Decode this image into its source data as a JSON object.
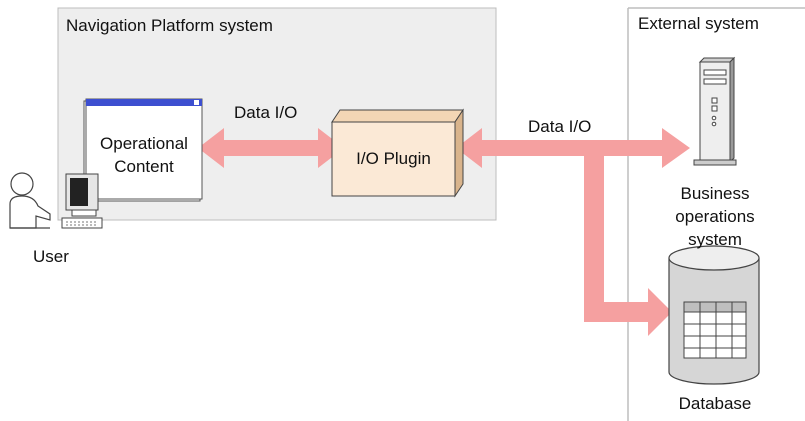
{
  "regions": {
    "platform": {
      "title": "Navigation Platform system"
    },
    "external": {
      "title": "External system"
    }
  },
  "nodes": {
    "content": {
      "line1": "Operational",
      "line2": "Content"
    },
    "plugin": {
      "label": "I/O Plugin"
    },
    "user": {
      "label": "User"
    },
    "business": {
      "line1": "Business",
      "line2": "operations",
      "line3": "system"
    },
    "database": {
      "label": "Database"
    }
  },
  "edges": {
    "left_io": {
      "label": "Data I/O"
    },
    "right_io": {
      "label": "Data I/O"
    }
  },
  "colors": {
    "platform_fill": "#eeeeee",
    "arrow": "#f5a0a0",
    "plugin_face": "#fbe9d6",
    "plugin_side": "#d9b48c",
    "window_titlebar": "#3d4fd0"
  }
}
